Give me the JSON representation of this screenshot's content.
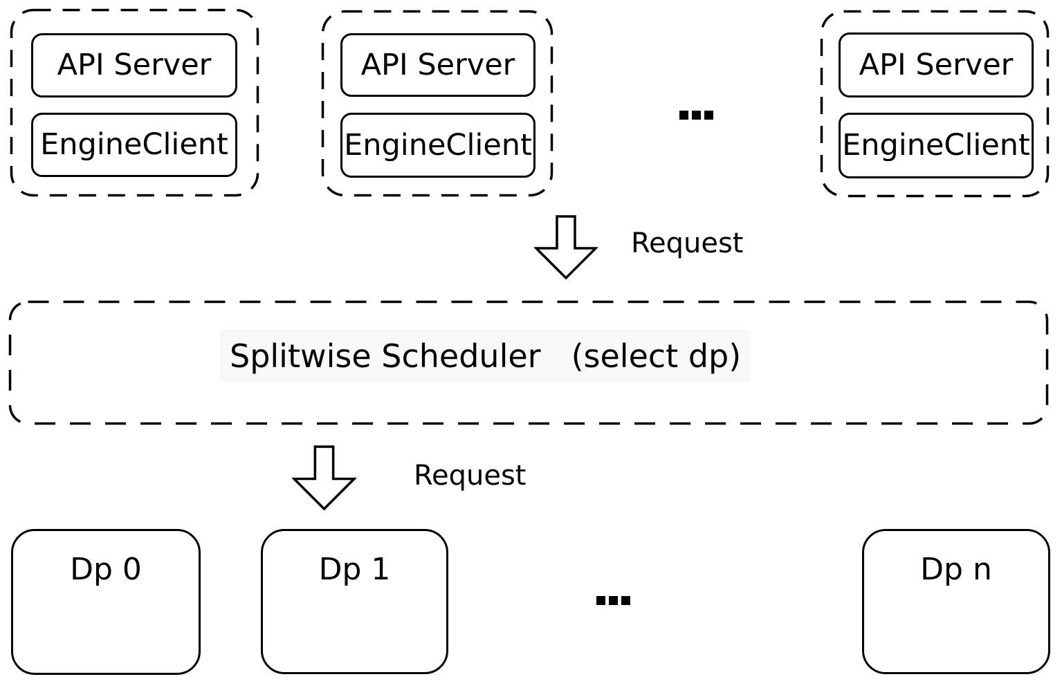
{
  "colors": {
    "ink": "#000000",
    "background": "#ffffff",
    "scheduler_highlight": "#f8f8f8"
  },
  "groups": [
    {
      "api_server": "API Server",
      "engine_client": "EngineClient"
    },
    {
      "api_server": "API Server",
      "engine_client": "EngineClient"
    },
    {
      "api_server": "API Server",
      "engine_client": "EngineClient"
    }
  ],
  "ellipsis_top": "...",
  "arrows": [
    {
      "label": "Request"
    },
    {
      "label": "Request"
    }
  ],
  "scheduler": {
    "title": "Splitwise Scheduler",
    "note": "(select dp)"
  },
  "dp_nodes": [
    {
      "label": "Dp 0"
    },
    {
      "label": "Dp 1"
    },
    {
      "label": "Dp n"
    }
  ],
  "ellipsis_bottom": "..."
}
